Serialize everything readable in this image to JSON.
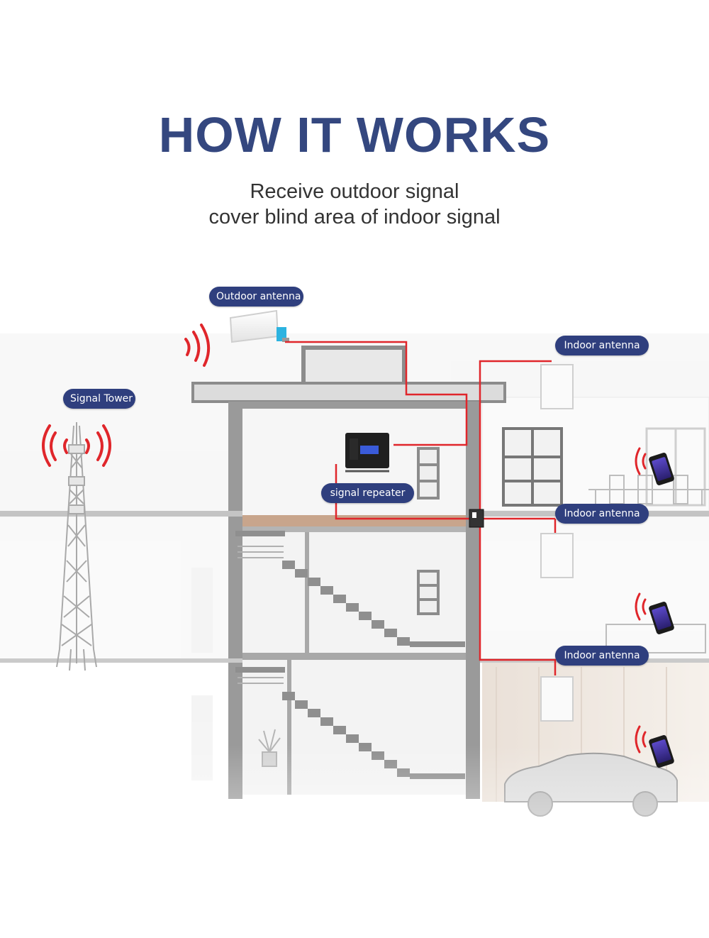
{
  "header": {
    "title": "HOW IT WORKS",
    "subtitle_line1": "Receive outdoor signal",
    "subtitle_line2": "cover blind area of indoor signal"
  },
  "labels": {
    "outdoor_antenna": "Outdoor antenna",
    "signal_tower": "Signal Tower",
    "signal_repeater": "signal repeater",
    "indoor_antenna_1": "Indoor antenna",
    "indoor_antenna_2": "Indoor antenna",
    "indoor_antenna_3": "Indoor antenna"
  },
  "icons": {
    "tower": "cell-tower-icon",
    "outdoor_antenna": "panel-antenna-icon",
    "repeater": "signal-repeater-icon",
    "splitter": "splitter-icon",
    "indoor_antenna": "ceiling-antenna-icon",
    "phone": "smartphone-icon",
    "waves": "signal-waves-icon"
  },
  "colors": {
    "title": "#34477f",
    "label_bg": "#2f3f7e",
    "cable": "#e0262b",
    "waves": "#e0262b",
    "building_line": "#8c8c8c"
  }
}
